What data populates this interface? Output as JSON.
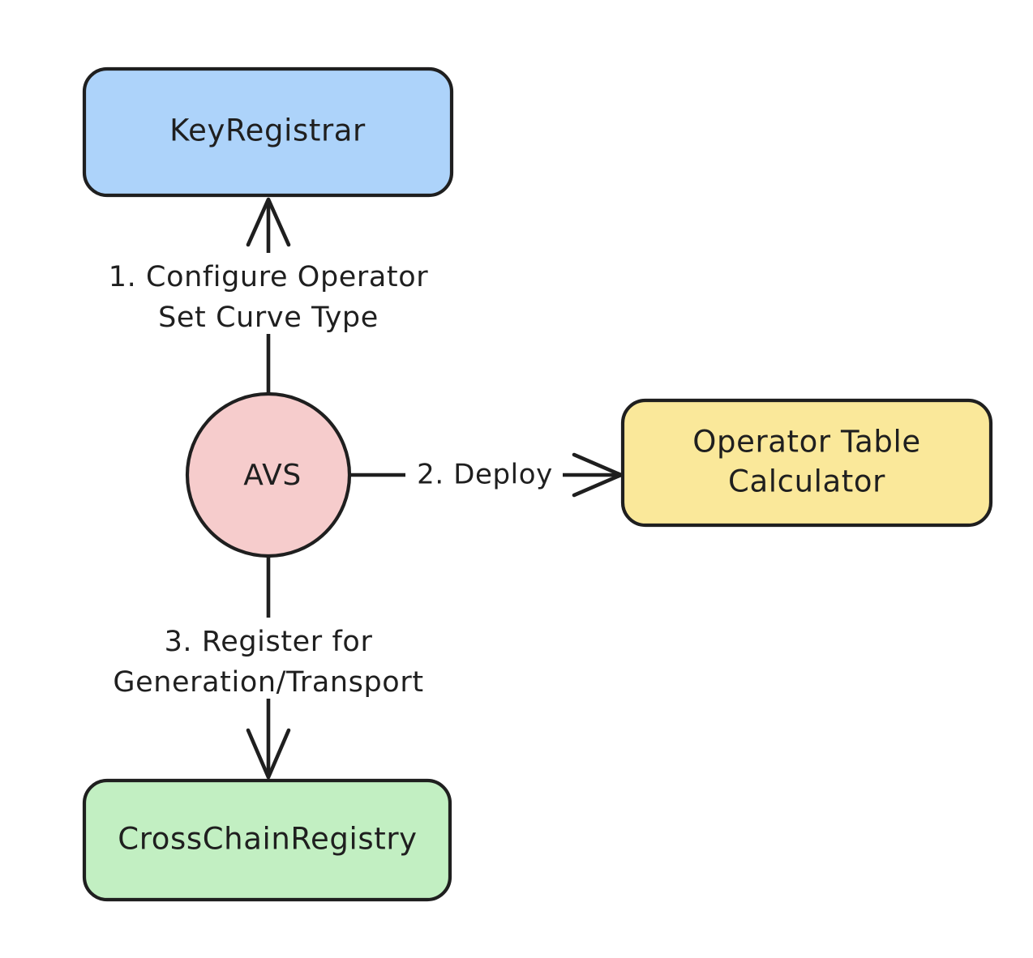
{
  "diagram": {
    "type": "flowchart",
    "direction": "top-down",
    "background": "#ffffff",
    "stroke_color": "#1f1f1f",
    "nodes": [
      {
        "id": "key-registrar",
        "label": "KeyRegistrar",
        "shape": "rounded-rectangle",
        "fill": "#ADD3FA",
        "stroke": "#1f1f1f"
      },
      {
        "id": "avs",
        "label": "AVS",
        "shape": "circle",
        "fill": "#F6CCCC",
        "stroke": "#1f1f1f"
      },
      {
        "id": "operator-table-calculator",
        "label_line1": "Operator Table",
        "label_line2": "Calculator",
        "shape": "rounded-rectangle",
        "fill": "#FAE89A",
        "stroke": "#1f1f1f"
      },
      {
        "id": "cross-chain-registry",
        "label": "CrossChainRegistry",
        "shape": "rounded-rectangle",
        "fill": "#C2EFC2",
        "stroke": "#1f1f1f"
      }
    ],
    "edges": [
      {
        "id": "avs-to-key-registrar",
        "from": "avs",
        "to": "key-registrar",
        "label_line1": "1. Configure Operator",
        "label_line2": "Set Curve Type",
        "arrow": "up"
      },
      {
        "id": "avs-to-operator-table-calculator",
        "from": "avs",
        "to": "operator-table-calculator",
        "label_line1": "2. Deploy",
        "label_line2": "",
        "arrow": "right"
      },
      {
        "id": "avs-to-cross-chain-registry",
        "from": "avs",
        "to": "cross-chain-registry",
        "label_line1": "3. Register for",
        "label_line2": "Generation/Transport",
        "arrow": "down"
      }
    ]
  }
}
